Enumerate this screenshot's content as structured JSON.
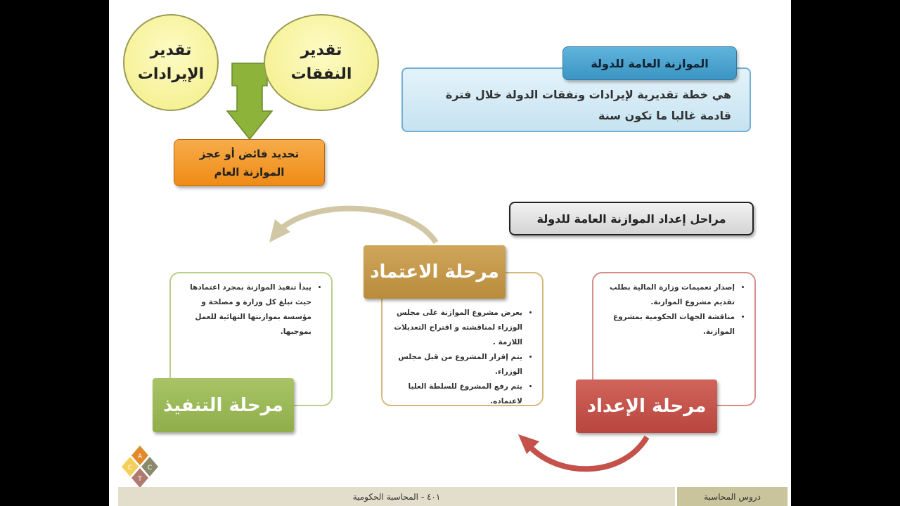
{
  "colors": {
    "yellow": "#f3ee86",
    "green_arrow": "#8db33a",
    "orange": "#f39424",
    "blue": "#4aa2cf",
    "blue_light": "#d6ecf6",
    "gray": "#dcdcdc",
    "tan": "#c79a4a",
    "green_stage": "#9dbb58",
    "red_stage": "#c4524a",
    "footer": "#e3decb",
    "footer_dark": "#c9c49b"
  },
  "estimates": {
    "expenses": "تقدير النفقات",
    "revenues": "تقدير الإيرادات",
    "result": "تحديد فائض أو عجز الموازنة العام"
  },
  "definition": {
    "title": "الموازنة العامة للدولة",
    "text": "هي خطة تقديرية لإيرادات ونفقات الدولة خلال فترة قادمة غالبا ما تكون سنة"
  },
  "stages_title": "مراحل إعداد الموازنة العامة للدولة",
  "stages": [
    {
      "name": "مرحلة الإعداد",
      "points": [
        "إصدار تعميمات وزارة المالية بطلب تقديم مشروع الموازنة.",
        "مناقشة الجهات الحكومية بمشروع الموازنة."
      ]
    },
    {
      "name": "مرحلة الاعتماد",
      "points": [
        "يعرض مشروع الموازنة على مجلس الوزراء لمناقشته و اقتراح التعديلات اللازمة .",
        "يتم إقرار المشروع من قبل مجلس الوزراء.",
        "يتم رفع المشروع للسلطة العليا لاعتماده."
      ]
    },
    {
      "name": "مرحلة التنفيذ",
      "points": [
        "يبدأ تنفيذ الموازنة بمجرد اعتمادها حيث تبلغ كل وزارة و مصلحة و مؤسسة بموازنتها النهائية للعمل بموجبها."
      ]
    }
  ],
  "logo": {
    "letters": [
      "A",
      "C",
      "T",
      "C"
    ]
  },
  "footer": {
    "course": "٤٠١ - المحاسبة الحكومية",
    "series": "دروس المحاسبة"
  }
}
